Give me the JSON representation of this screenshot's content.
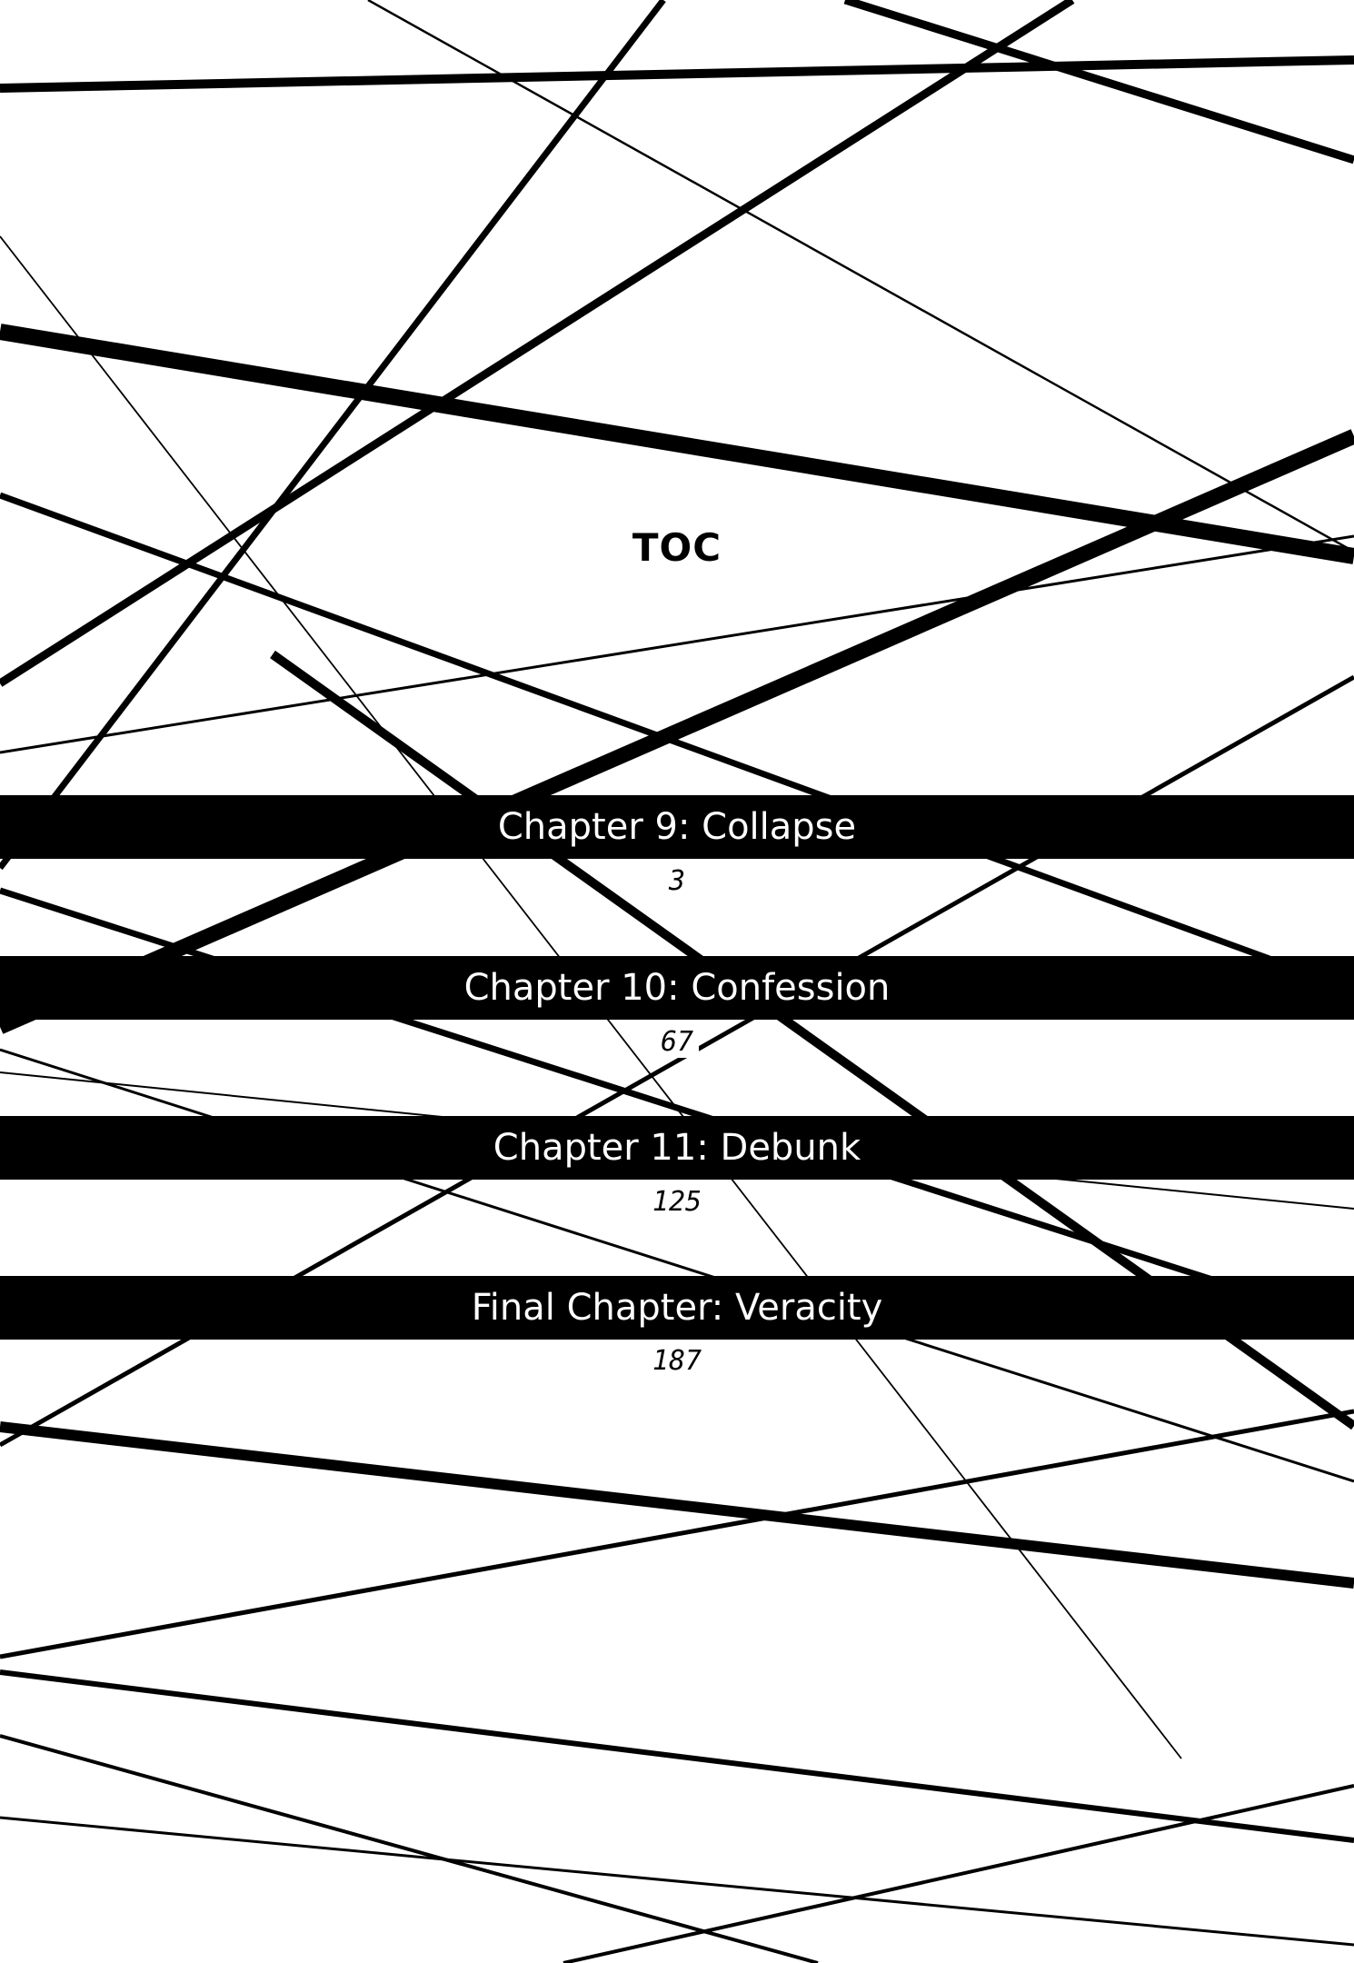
{
  "title": "TOC",
  "chapters": [
    {
      "label": "Chapter 9: Collapse",
      "page": "3"
    },
    {
      "label": "Chapter 10: Confession",
      "page": "67"
    },
    {
      "label": "Chapter 11: Debunk",
      "page": "125"
    },
    {
      "label": "Final Chapter: Veracity",
      "page": "187"
    }
  ],
  "colors": {
    "ink": "#000000",
    "paper": "#ffffff"
  }
}
